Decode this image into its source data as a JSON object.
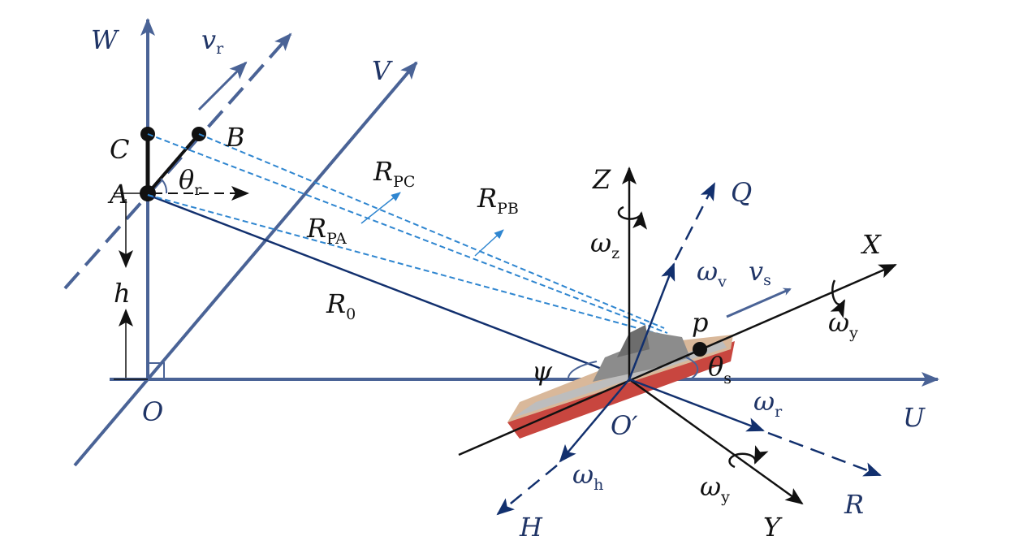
{
  "colors": {
    "axis": "#4a6396",
    "navy": "#12306e",
    "dash": "#2f86d0",
    "black": "#111111"
  },
  "labels": {
    "W": "W",
    "V": "V",
    "U": "U",
    "O": "O",
    "A": "A",
    "B": "B",
    "C": "C",
    "h": "h",
    "vr": "v",
    "vr_sub": "r",
    "theta_r": "θ",
    "theta_r_sub": "r",
    "R0": "R",
    "R0_sub": "0",
    "RPA": "R",
    "RPA_sub": "PA",
    "RPB": "R",
    "RPB_sub": "PB",
    "RPC": "R",
    "RPC_sub": "PC",
    "Z": "Z",
    "Q": "Q",
    "X": "X",
    "Y": "Y",
    "R": "R",
    "H": "H",
    "Oprime": "O′",
    "p": "p",
    "psi": "ψ",
    "theta_s": "θ",
    "theta_s_sub": "s",
    "vs": "v",
    "vs_sub": "s",
    "omega_z": "ω",
    "omega_z_sub": "z",
    "omega_v": "ω",
    "omega_v_sub": "v",
    "omega_y1": "ω",
    "omega_y1_sub": "y",
    "omega_y2": "ω",
    "omega_y2_sub": "y",
    "omega_r": "ω",
    "omega_r_sub": "r",
    "omega_h": "ω",
    "omega_h_sub": "h"
  }
}
